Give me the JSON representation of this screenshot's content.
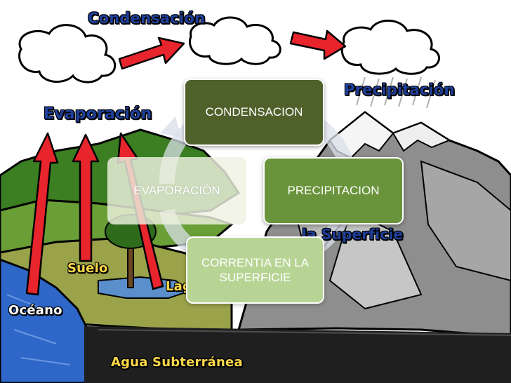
{
  "scene_labels": {
    "condensacion": "Condensación",
    "precipitacion": "Precipitación",
    "evaporacion": "Evaporación",
    "suelo": "Suelo",
    "lago_partial": "Lag",
    "superficie_partial": "la Superficie",
    "oceano": "Océano",
    "agua_subterranea": "Agua Subterránea"
  },
  "cycle": {
    "condensacion": "CONDENSACION",
    "evaporacion": "EVAPORACIÓN",
    "precipitacion": "PRECIPITACION",
    "correntia": "CORRENTIA EN LA SUPERFICIE"
  },
  "colors": {
    "sky": "#ffffff",
    "hills": "#4d8a2c",
    "mountain": "#8f8f8f",
    "ocean": "#2f67c8",
    "arrows": "#e8242c",
    "box_dark": "#4e612b",
    "box_mid": "#6a943b",
    "box_light": "#b8d495"
  }
}
